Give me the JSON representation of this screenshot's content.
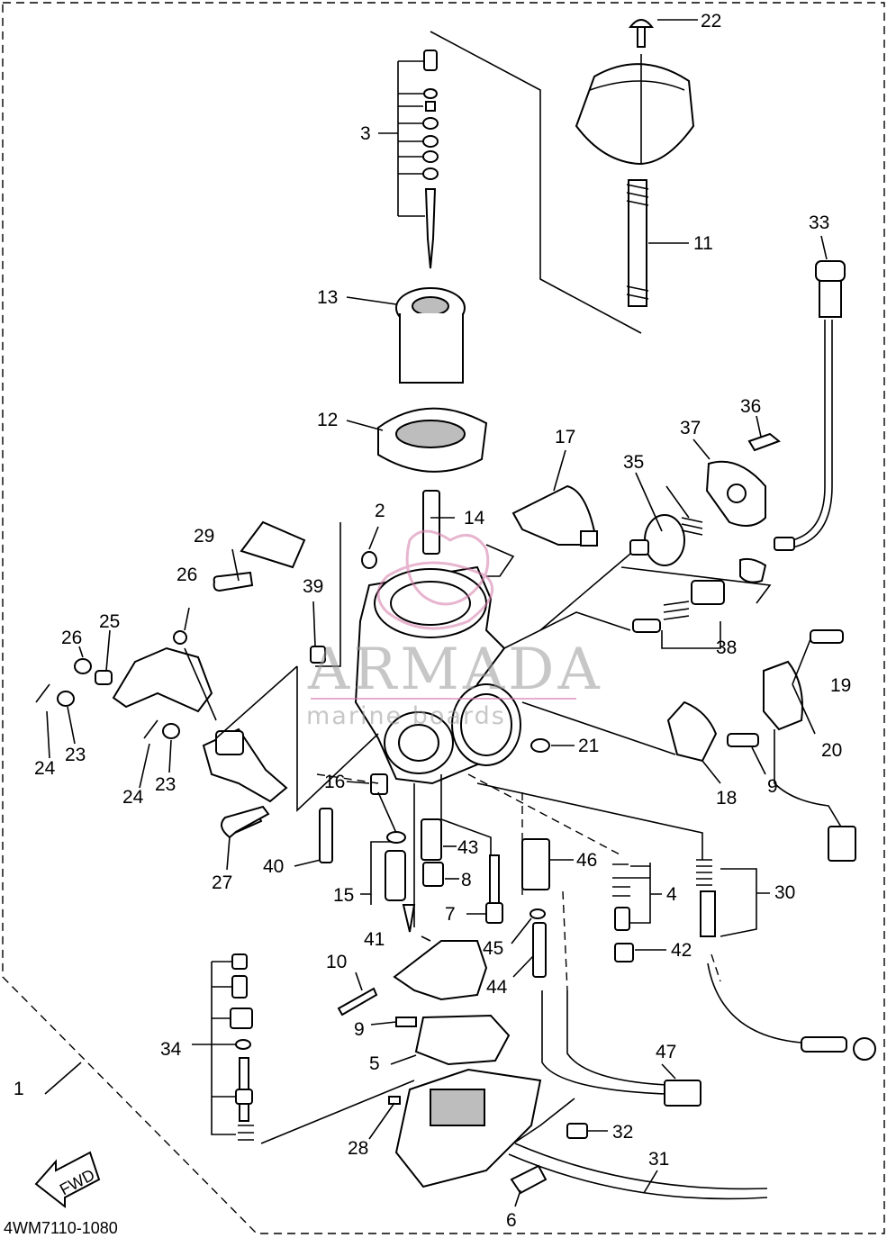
{
  "diagram_code": "4WM7110-1080",
  "fwd_label": "FWD",
  "watermark": {
    "line1": "ARMADA",
    "line2": "marine boards"
  },
  "callouts": [
    "1",
    "2",
    "3",
    "4",
    "5",
    "6",
    "7",
    "8",
    "9",
    "9",
    "10",
    "11",
    "12",
    "13",
    "14",
    "15",
    "16",
    "17",
    "18",
    "19",
    "20",
    "21",
    "22",
    "23",
    "23",
    "24",
    "24",
    "25",
    "26",
    "26",
    "27",
    "28",
    "29",
    "30",
    "31",
    "32",
    "33",
    "34",
    "35",
    "36",
    "37",
    "38",
    "39",
    "40",
    "41",
    "42",
    "43",
    "44",
    "45",
    "46",
    "47"
  ]
}
